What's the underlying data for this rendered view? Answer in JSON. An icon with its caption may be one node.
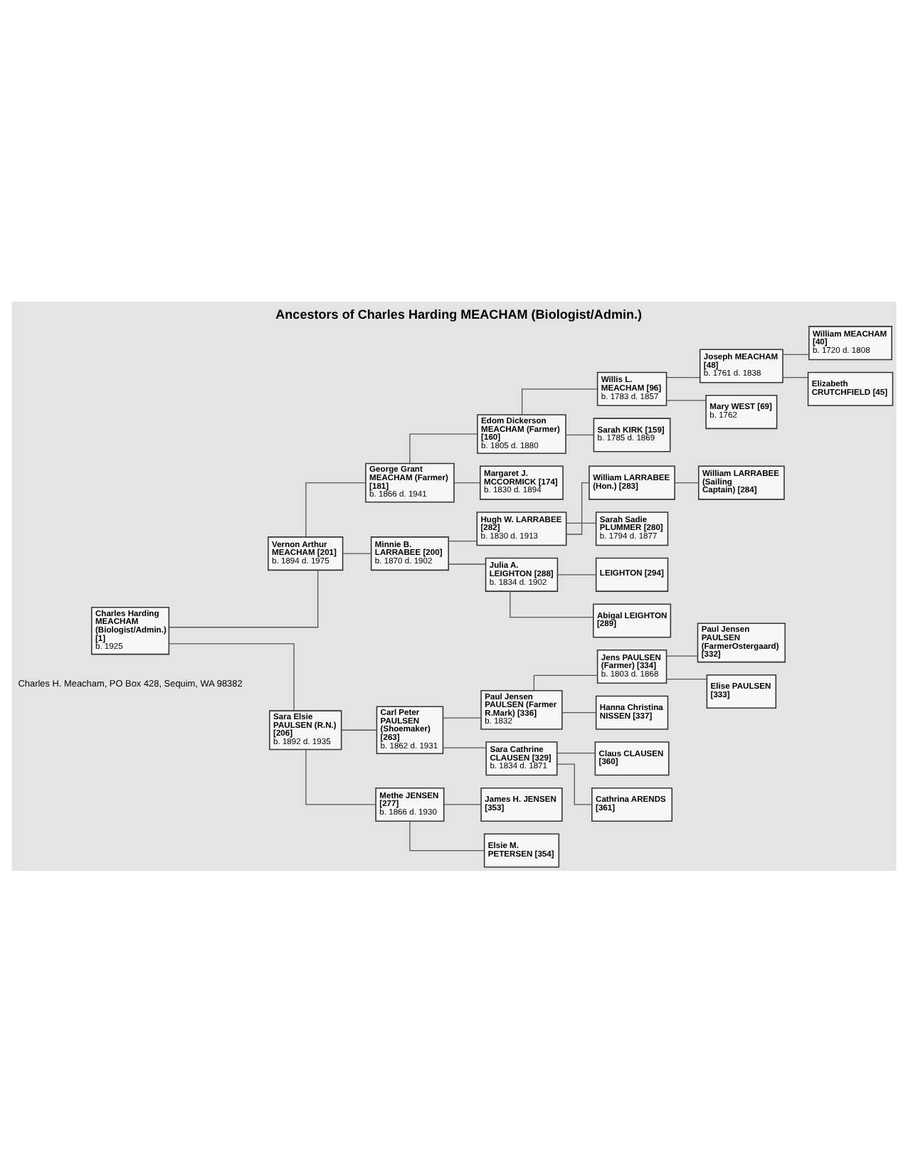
{
  "diagram": {
    "title": "Ancestors of Charles Harding MEACHAM (Biologist/Admin.)",
    "caption": "Charles H. Meacham, PO Box 428, Sequim, WA 98382",
    "nodes": [
      {
        "text": [
          "Charles Harding MEACHAM (Biologist/Admin.) [1]",
          "b. 1925"
        ]
      },
      {
        "text": [
          "Vernon Arthur MEACHAM [201]",
          "b. 1894 d. 1975"
        ]
      },
      {
        "text": [
          "George Grant MEACHAM (Farmer) [181]",
          "b. 1866 d. 1941"
        ]
      },
      {
        "text": [
          "Edom Dickerson MEACHAM (Farmer) [160]",
          "b. 1805 d. 1880"
        ]
      },
      {
        "text": [
          "Willis L. MEACHAM [96]",
          "b. 1783 d. 1857"
        ]
      },
      {
        "text": [
          "Joseph MEACHAM [48]",
          "b. 1761 d. 1838"
        ]
      },
      {
        "text": [
          "William MEACHAM [40]",
          "b. 1720 d. 1808"
        ]
      },
      {
        "text": [
          "Elizabeth CRUTCHFIELD [45]"
        ]
      },
      {
        "text": [
          "Mary WEST [69]",
          "b. 1762"
        ]
      },
      {
        "text": [
          "Sarah KIRK [159]",
          "b. 1785 d. 1869"
        ]
      },
      {
        "text": [
          "Margaret J. MCCORMICK [174]",
          "b. 1830 d. 1894"
        ]
      },
      {
        "text": [
          "Minnie B. LARRABEE [200]",
          "b. 1870 d. 1902"
        ]
      },
      {
        "text": [
          "Hugh W. LARRABEE [282]",
          "b. 1830 d. 1913"
        ]
      },
      {
        "text": [
          "William LARRABEE (Hon.) [283]"
        ]
      },
      {
        "text": [
          "William LARRABEE (Sailing Captain) [284]"
        ]
      },
      {
        "text": [
          "Sarah Sadie PLUMMER [280]",
          "b. 1794 d. 1877"
        ]
      },
      {
        "text": [
          "Julia A. LEIGHTON [288]",
          "b. 1834 d. 1902"
        ]
      },
      {
        "text": [
          "LEIGHTON [294]"
        ]
      },
      {
        "text": [
          "Abigal LEIGHTON [289]"
        ]
      },
      {
        "text": [
          "Sara Elsie PAULSEN (R.N.) [206]",
          "b. 1892 d. 1935"
        ]
      },
      {
        "text": [
          "Carl Peter PAULSEN (Shoemaker) [263]",
          "b. 1862 d. 1931"
        ]
      },
      {
        "text": [
          "Paul Jensen PAULSEN (Farmer R.Mark) [336]",
          "b. 1832"
        ]
      },
      {
        "text": [
          "Jens PAULSEN (Farmer) [334]",
          "b. 1803 d. 1868"
        ]
      },
      {
        "text": [
          "Paul Jensen PAULSEN (FarmerOstergaard) [332]"
        ]
      },
      {
        "text": [
          "Elise PAULSEN [333]"
        ]
      },
      {
        "text": [
          "Hanna Christina NISSEN [337]"
        ]
      },
      {
        "text": [
          "Sara Cathrine CLAUSEN [329]",
          "b. 1834 d. 1871"
        ]
      },
      {
        "text": [
          "Claus CLAUSEN [360]"
        ]
      },
      {
        "text": [
          "Cathrina ARENDS [361]"
        ]
      },
      {
        "text": [
          "Methe JENSEN [277]",
          "b. 1866 d. 1930"
        ]
      },
      {
        "text": [
          "James H. JENSEN [353]"
        ]
      },
      {
        "text": [
          "Elsie M. PETERSEN [354]"
        ]
      }
    ],
    "edges": [
      {
        "from": 0,
        "to": 1,
        "arrow": "none"
      },
      {
        "from": 0,
        "to": 19,
        "arrow": "none"
      },
      {
        "from": 1,
        "to": 2,
        "arrow": "none"
      },
      {
        "from": 1,
        "to": 11,
        "arrow": "none"
      },
      {
        "from": 2,
        "to": 3,
        "arrow": "none"
      },
      {
        "from": 2,
        "to": 10,
        "arrow": "none"
      },
      {
        "from": 3,
        "to": 4,
        "arrow": "none"
      },
      {
        "from": 3,
        "to": 9,
        "arrow": "none"
      },
      {
        "from": 4,
        "to": 5,
        "arrow": "none"
      },
      {
        "from": 4,
        "to": 8,
        "arrow": "none"
      },
      {
        "from": 5,
        "to": 6,
        "arrow": "none"
      },
      {
        "from": 5,
        "to": 7,
        "arrow": "none"
      },
      {
        "from": 11,
        "to": 12,
        "arrow": "none"
      },
      {
        "from": 11,
        "to": 16,
        "arrow": "none"
      },
      {
        "from": 12,
        "to": 13,
        "arrow": "none"
      },
      {
        "from": 12,
        "to": 15,
        "arrow": "none"
      },
      {
        "from": 13,
        "to": 14,
        "arrow": "none"
      },
      {
        "from": 16,
        "to": 17,
        "arrow": "none"
      },
      {
        "from": 16,
        "to": 18,
        "arrow": "none"
      },
      {
        "from": 19,
        "to": 20,
        "arrow": "none"
      },
      {
        "from": 19,
        "to": 29,
        "arrow": "none"
      },
      {
        "from": 20,
        "to": 21,
        "arrow": "none"
      },
      {
        "from": 20,
        "to": 26,
        "arrow": "none"
      },
      {
        "from": 21,
        "to": 22,
        "arrow": "none"
      },
      {
        "from": 21,
        "to": 25,
        "arrow": "none"
      },
      {
        "from": 22,
        "to": 23,
        "arrow": "none"
      },
      {
        "from": 22,
        "to": 24,
        "arrow": "none"
      },
      {
        "from": 26,
        "to": 27,
        "arrow": "none"
      },
      {
        "from": 26,
        "to": 28,
        "arrow": "none"
      },
      {
        "from": 29,
        "to": 30,
        "arrow": "none"
      },
      {
        "from": 29,
        "to": 31,
        "arrow": "none"
      }
    ]
  }
}
